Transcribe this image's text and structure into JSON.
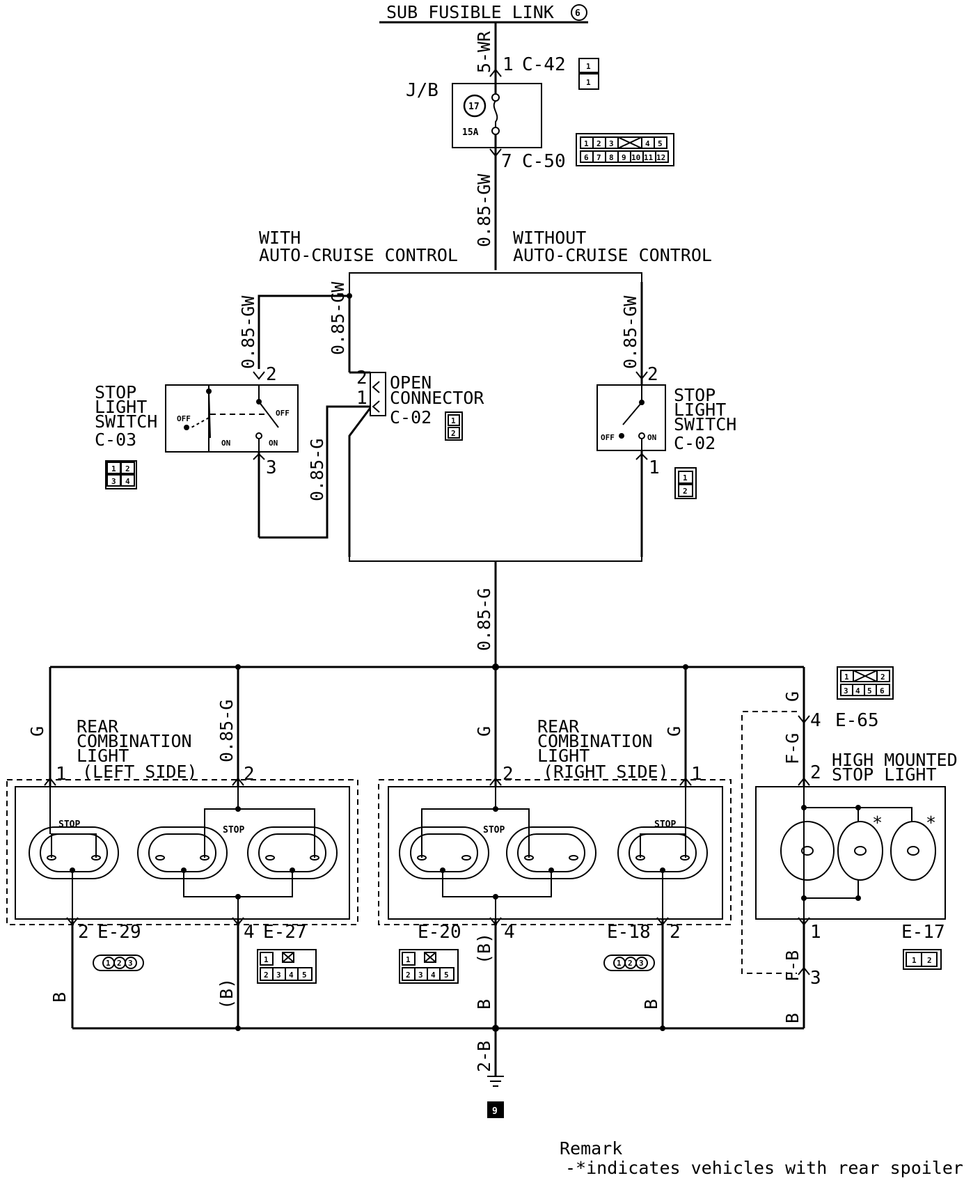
{
  "title": "SUB FUSIBLE LINK",
  "fusible_link_no": "6",
  "fuse": {
    "box": "J/B",
    "number": "17",
    "rating": "15A"
  },
  "wires": {
    "supply": "5-WR",
    "gw": "0.85-GW",
    "g": "0.85-G",
    "g_short": "G",
    "fg": "F-G",
    "fb": "F-B",
    "b": "B",
    "b_paren": "(B)",
    "ground_wire": "2-B"
  },
  "connectors": {
    "c42": "C-42",
    "c50": "C-50",
    "c02": "C-02",
    "c03": "C-03",
    "e29": "E-29",
    "e27": "E-27",
    "e20": "E-20",
    "e18": "E-18",
    "e65": "E-65",
    "e17": "E-17"
  },
  "pins": {
    "p1": "1",
    "p2": "2",
    "p3": "3",
    "p4": "4",
    "p7": "7"
  },
  "branches": {
    "with": [
      "WITH",
      "AUTO-CRUISE CONTROL"
    ],
    "without": [
      "WITHOUT",
      "AUTO-CRUISE CONTROL"
    ]
  },
  "components": {
    "stop_switch": [
      "STOP",
      "LIGHT",
      "SWITCH"
    ],
    "open_connector": [
      "OPEN",
      "CONNECTOR"
    ],
    "rear_left": [
      "REAR",
      "COMBINATION",
      "LIGHT",
      "(LEFT SIDE)"
    ],
    "rear_right": [
      "REAR",
      "COMBINATION",
      "LIGHT",
      "(RIGHT SIDE)"
    ],
    "high_mount": [
      "HIGH MOUNTED",
      "STOP LIGHT"
    ]
  },
  "switch_states": {
    "off": "OFF",
    "on": "ON"
  },
  "lamp_label": "STOP",
  "ground_point": "9",
  "spoiler_mark": "*",
  "connector_pins": {
    "c42": [
      "1",
      "1"
    ],
    "c50": [
      "1",
      "2",
      "3",
      "4",
      "5",
      "6",
      "7",
      "8",
      "9",
      "10",
      "11",
      "12"
    ],
    "c03": [
      "1",
      "2",
      "3",
      "4"
    ],
    "c02": [
      "1",
      "2"
    ],
    "e65": [
      "1",
      "2",
      "3",
      "4",
      "5",
      "6"
    ],
    "e29": [
      "1",
      "2",
      "3"
    ],
    "e27": [
      "1",
      "2",
      "3",
      "4",
      "5"
    ],
    "e20": [
      "1",
      "2",
      "3",
      "4",
      "5"
    ],
    "e18": [
      "1",
      "2",
      "3"
    ],
    "e17": [
      "1",
      "2"
    ]
  },
  "remark": {
    "title": "Remark",
    "note": "-*indicates vehicles with rear spoiler"
  }
}
